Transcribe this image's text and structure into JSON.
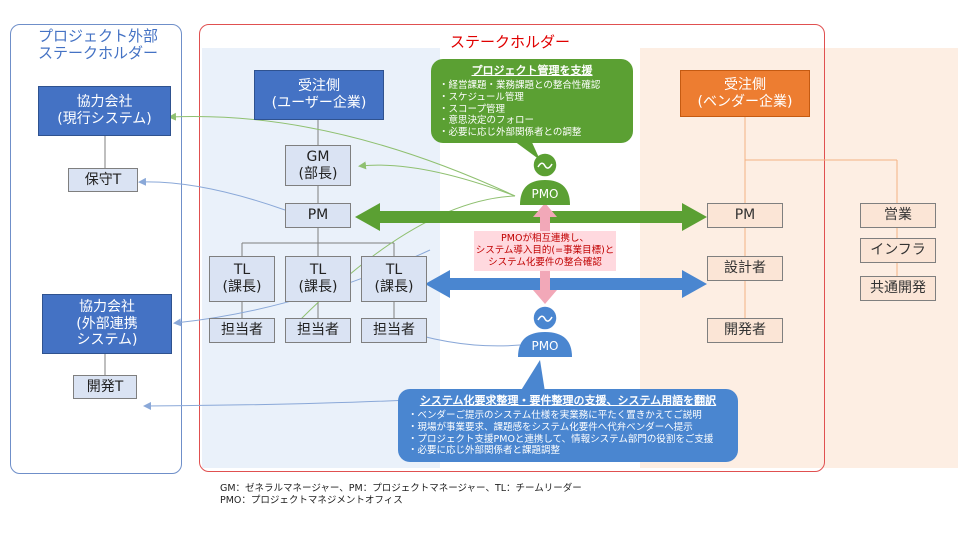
{
  "colors": {
    "outer_left_border": "#6f8fc9",
    "stakeholder_border": "#e05050",
    "stakeholder_title": "#e00000",
    "left_title": "#4472c4",
    "blue_region": "#eaf1fa",
    "orange_region": "#fdeee3",
    "green": "#5ba033",
    "blue_arrow": "#4a86d0",
    "pink_arrow": "#f2a8b8",
    "pmo_green": "#5ba033",
    "pmo_blue": "#4a86d0",
    "blue_callout": "#4a86d0",
    "green_callout": "#5ba033"
  },
  "left_section": {
    "title": "プロジェクト外部\nステークホルダー",
    "partner1": "協力会社\n(現行システム)",
    "maintenance": "保守T",
    "partner2": "協力会社\n(外部連携\nシステム)",
    "dev_team": "開発T"
  },
  "stakeholder_section": {
    "title": "ステークホルダー"
  },
  "user_side": {
    "header": "受注側\n(ユーザー企業)",
    "gm": "GM\n(部長)",
    "pm": "PM",
    "tl": [
      "TL\n(課長)",
      "TL\n(課長)",
      "TL\n(課長)"
    ],
    "staff": [
      "担当者",
      "担当者",
      "担当者"
    ]
  },
  "vendor_side": {
    "header": "受注側\n(ベンダー企業)",
    "pm": "PM",
    "designer": "設計者",
    "developer": "開発者",
    "sales": "営業",
    "infra": "インフラ",
    "common_dev": "共通開発"
  },
  "pmo_top": {
    "label": "PMO",
    "callout_title": "プロジェクト管理を支援",
    "callout_items": [
      "経営課題・業務課題との整合性確認",
      "スケジュール管理",
      "スコープ管理",
      "意思決定のフォロー",
      "必要に応じ外部関係者との調整"
    ]
  },
  "pmo_bottom": {
    "label": "PMO",
    "callout_title": "システム化要求整理・要件整理の支援、システム用語を翻訳",
    "callout_items": [
      "ベンダーご提示のシステム仕様を実業務に平たく置きかえてご説明",
      "現場が事業要求、課題感をシステム化要件へ代弁ベンダーへ提示",
      "プロジェクト支援PMOと連携して、情報システム部門の役割をご支援",
      "必要に応じ外部関係者と課題調整"
    ]
  },
  "middle_note": "PMOが相互連携し、\nシステム導入目的(=事業目標)と\nシステム化要件の整合確認",
  "legend": [
    "GM：ゼネラルマネージャー、PM：プロジェクトマネージャー、TL：チームリーダー",
    "PMO：プロジェクトマネジメントオフィス"
  ]
}
